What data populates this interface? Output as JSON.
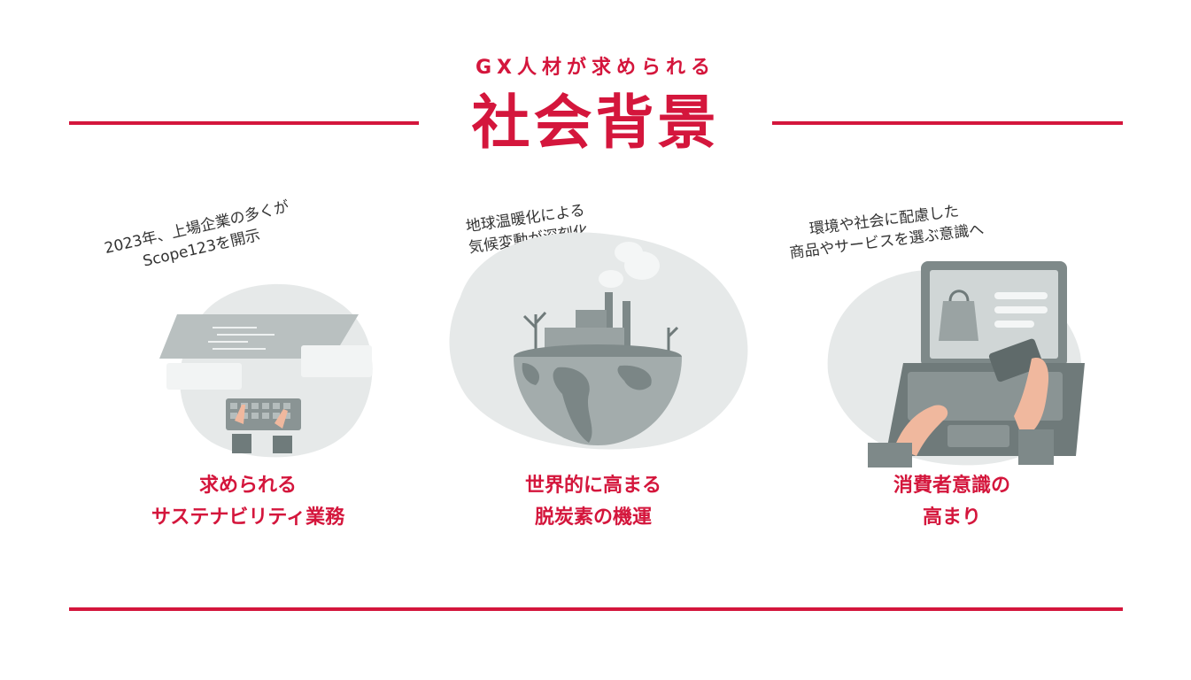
{
  "header": {
    "subtitle": "GX人材が求められる",
    "title": "社会背景"
  },
  "cards": [
    {
      "caption": [
        "2023年、上場企業の多くが",
        "Scope123を開示"
      ],
      "label": [
        "求められる",
        "サステナビリティ業務"
      ]
    },
    {
      "caption": [
        "地球温暖化による",
        "気候変動が深刻化"
      ],
      "label": [
        "世界的に高まる",
        "脱炭素の機運"
      ]
    },
    {
      "caption": [
        "環境や社会に配慮した",
        "商品やサービスを選ぶ意識へ"
      ],
      "label": [
        "消費者意識の",
        "高まり"
      ]
    }
  ],
  "colors": {
    "accent": "#d4163c",
    "illustration_gray": "#9aa3a3",
    "blob_gray": "#e6e9e9"
  }
}
